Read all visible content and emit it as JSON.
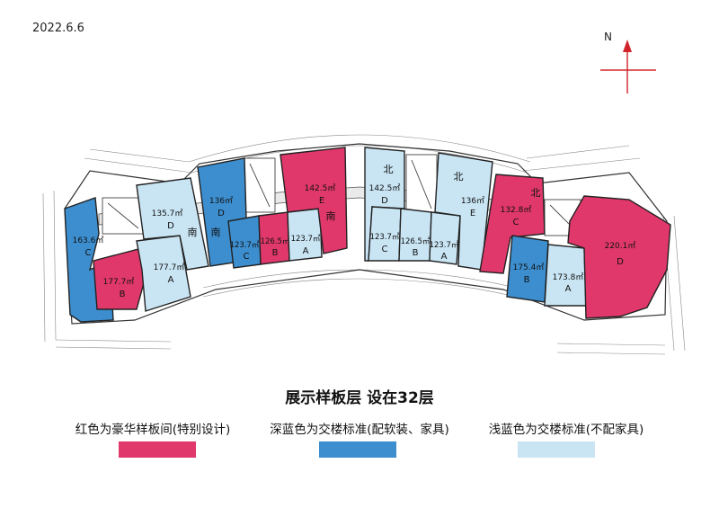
{
  "date": "2022.6.6",
  "compass_label": "N",
  "colors": {
    "red": "#e0386b",
    "dark_blue": "#3d8ecf",
    "light_blue": "#c9e5f4"
  },
  "units": [
    {
      "area": "163.6㎡",
      "code": "C",
      "type": "dark_blue"
    },
    {
      "area": "177.7㎡",
      "code": "B",
      "type": "red"
    },
    {
      "area": "177.7㎡",
      "code": "A",
      "type": "light_blue"
    },
    {
      "area": "135.7㎡",
      "code": "D",
      "type": "light_blue"
    },
    {
      "area": "136㎡",
      "code": "D",
      "type": "dark_blue"
    },
    {
      "area": "123.7㎡",
      "code": "C",
      "type": "dark_blue"
    },
    {
      "area": "126.5㎡",
      "code": "B",
      "type": "red"
    },
    {
      "area": "123.7㎡",
      "code": "A",
      "type": "light_blue"
    },
    {
      "area": "142.5㎡",
      "code": "E",
      "type": "red"
    },
    {
      "area": "142.5㎡",
      "code": "D",
      "type": "light_blue"
    },
    {
      "area": "123.7㎡",
      "code": "C",
      "type": "light_blue"
    },
    {
      "area": "126.5㎡",
      "code": "B",
      "type": "light_blue"
    },
    {
      "area": "123.7㎡",
      "code": "A",
      "type": "light_blue"
    },
    {
      "area": "136㎡",
      "code": "E",
      "type": "light_blue"
    },
    {
      "area": "132.8㎡",
      "code": "C",
      "type": "red"
    },
    {
      "area": "175.4㎡",
      "code": "B",
      "type": "dark_blue"
    },
    {
      "area": "173.8㎡",
      "code": "A",
      "type": "light_blue"
    },
    {
      "area": "220.1㎡",
      "code": "D",
      "type": "red"
    }
  ],
  "orientation_labels": [
    "南",
    "南",
    "南",
    "北",
    "北",
    "北"
  ],
  "title": "展示样板层 设在32层",
  "legend": [
    {
      "text": "红色为豪华样板间(特别设计)",
      "color": "#e0386b"
    },
    {
      "text": "深蓝色为交楼标准(配软装、家具)",
      "color": "#3d8ecf"
    },
    {
      "text": "浅蓝色为交楼标准(不配家具)",
      "color": "#c9e5f4"
    }
  ]
}
